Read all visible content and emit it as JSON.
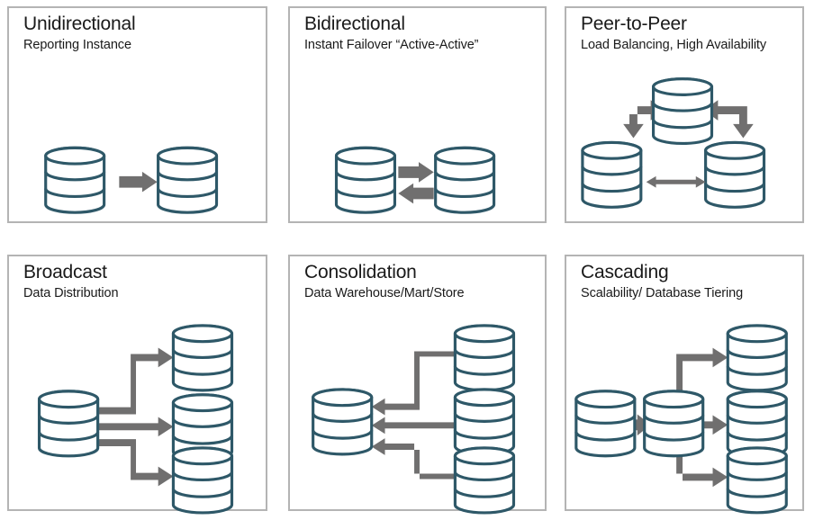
{
  "figure": {
    "kind": "database-replication-topologies",
    "panel_border_color": "#b4b4b4",
    "cylinder_color": "#2e5868",
    "cylinder_fill": "#ffffff",
    "arrow_color": "#706f6f",
    "background": "#ffffff"
  },
  "panels": [
    {
      "id": "unidirectional",
      "title": "Unidirectional",
      "subtitle": "Reporting Instance",
      "nodes": 2,
      "arrows": [
        "source-to-target"
      ]
    },
    {
      "id": "bidirectional",
      "title": "Bidirectional",
      "subtitle": "Instant Failover “Active-Active”",
      "nodes": 2,
      "arrows": [
        "left-to-right",
        "right-to-left"
      ]
    },
    {
      "id": "peer-to-peer",
      "title": "Peer-to-Peer",
      "subtitle": "Load Balancing, High Availability",
      "nodes": 3,
      "arrows": [
        "top-left-elbow-double",
        "top-right-elbow-double",
        "bottom-horizontal-double"
      ]
    },
    {
      "id": "broadcast",
      "title": "Broadcast",
      "subtitle": "Data Distribution",
      "nodes": 4,
      "arrows": [
        "source-to-top",
        "source-to-middle",
        "source-to-bottom"
      ]
    },
    {
      "id": "consolidation",
      "title": "Consolidation",
      "subtitle": "Data Warehouse/Mart/Store",
      "nodes": 4,
      "arrows": [
        "top-to-target",
        "middle-to-target",
        "bottom-to-target"
      ]
    },
    {
      "id": "cascading",
      "title": "Cascading",
      "subtitle": "Scalability/ Database Tiering",
      "nodes": 5,
      "arrows": [
        "source-to-relay",
        "relay-to-top",
        "relay-to-middle",
        "relay-to-bottom"
      ]
    }
  ]
}
